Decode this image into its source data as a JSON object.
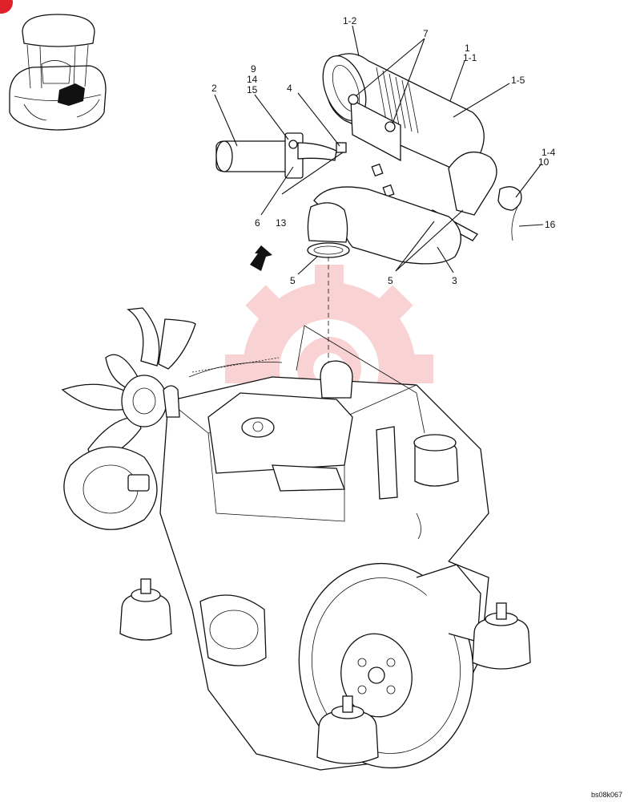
{
  "drawing_code": "bs08k067",
  "colors": {
    "line": "#111111",
    "background": "#ffffff",
    "watermark": "#f2a0a0",
    "corner_mark": "#e0202a"
  },
  "callouts": [
    {
      "id": "c1-2",
      "text": "1-2"
    },
    {
      "id": "c7",
      "text": "7"
    },
    {
      "id": "c1",
      "text": "1"
    },
    {
      "id": "c1-1",
      "text": "1-1"
    },
    {
      "id": "c1-5",
      "text": "1-5"
    },
    {
      "id": "c9",
      "text": "9"
    },
    {
      "id": "c14",
      "text": "14"
    },
    {
      "id": "c15",
      "text": "15"
    },
    {
      "id": "c2",
      "text": "2"
    },
    {
      "id": "c4",
      "text": "4"
    },
    {
      "id": "c1-4",
      "text": "1-4"
    },
    {
      "id": "c10",
      "text": "10"
    },
    {
      "id": "c16",
      "text": "16"
    },
    {
      "id": "c6",
      "text": "6"
    },
    {
      "id": "c13",
      "text": "13"
    },
    {
      "id": "c5a",
      "text": "5"
    },
    {
      "id": "c5b",
      "text": "5"
    },
    {
      "id": "c3",
      "text": "3"
    }
  ]
}
